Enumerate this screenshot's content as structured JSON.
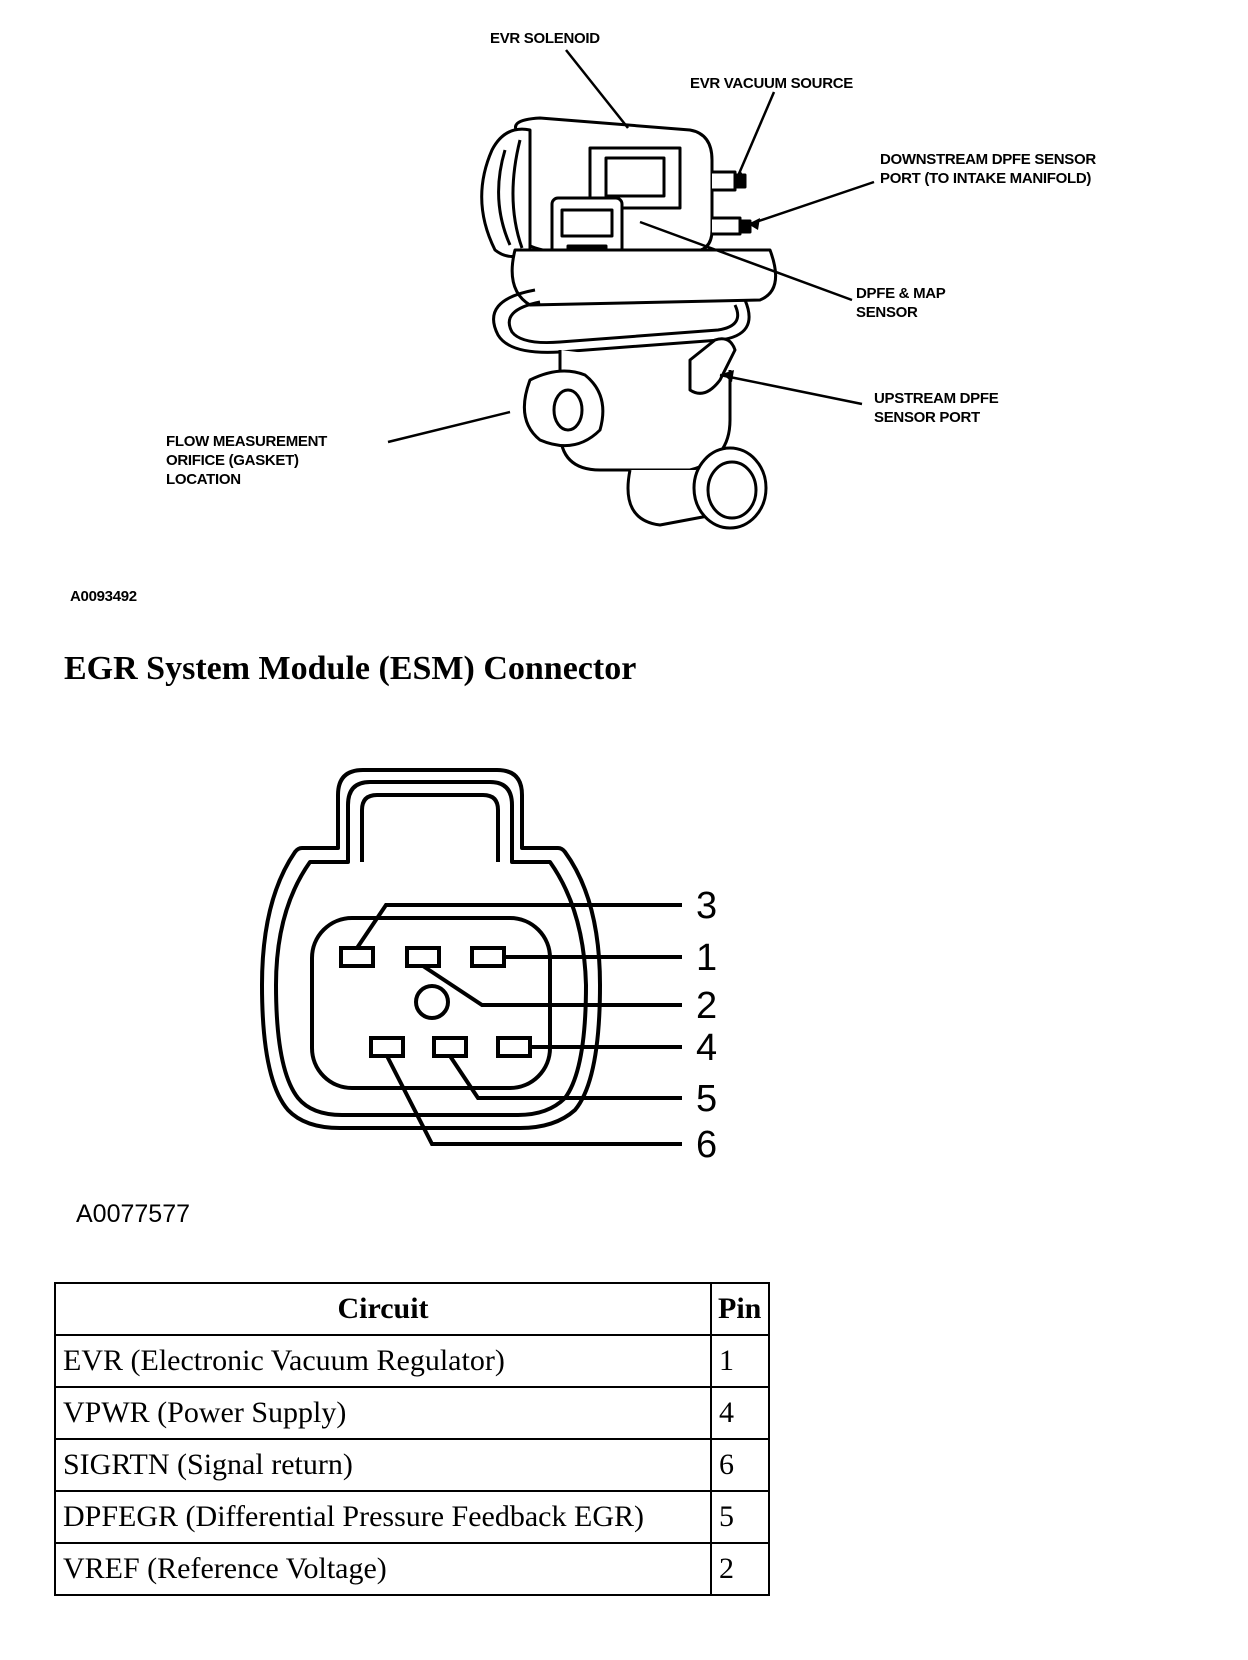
{
  "part_figure": {
    "callouts": {
      "evr_solenoid": "EVR SOLENOID",
      "evr_vacuum_source": "EVR VACUUM SOURCE",
      "downstream_port_line1": "DOWNSTREAM DPFE SENSOR",
      "downstream_port_line2": "PORT (TO INTAKE MANIFOLD)",
      "dpfe_map_line1": "DPFE & MAP",
      "dpfe_map_line2": "SENSOR",
      "upstream_port_line1": "UPSTREAM DPFE",
      "upstream_port_line2": "SENSOR PORT",
      "orifice_line1": "FLOW MEASUREMENT",
      "orifice_line2": "ORIFICE (GASKET)",
      "orifice_line3": "LOCATION"
    },
    "figure_id": "A0093492"
  },
  "connector_section": {
    "title": "EGR System Module (ESM) Connector",
    "pin_labels": [
      "3",
      "1",
      "2",
      "4",
      "5",
      "6"
    ],
    "figure_id": "A0077577"
  },
  "circuit_table": {
    "headers": {
      "circuit": "Circuit",
      "pin": "Pin"
    },
    "rows": [
      {
        "circuit": "EVR (Electronic Vacuum Regulator)",
        "pin": "1"
      },
      {
        "circuit": "VPWR (Power Supply)",
        "pin": "4"
      },
      {
        "circuit": "SIGRTN (Signal return)",
        "pin": "6"
      },
      {
        "circuit": "DPFEGR (Differential Pressure Feedback EGR)",
        "pin": "5"
      },
      {
        "circuit": "VREF (Reference Voltage)",
        "pin": "2"
      }
    ]
  }
}
